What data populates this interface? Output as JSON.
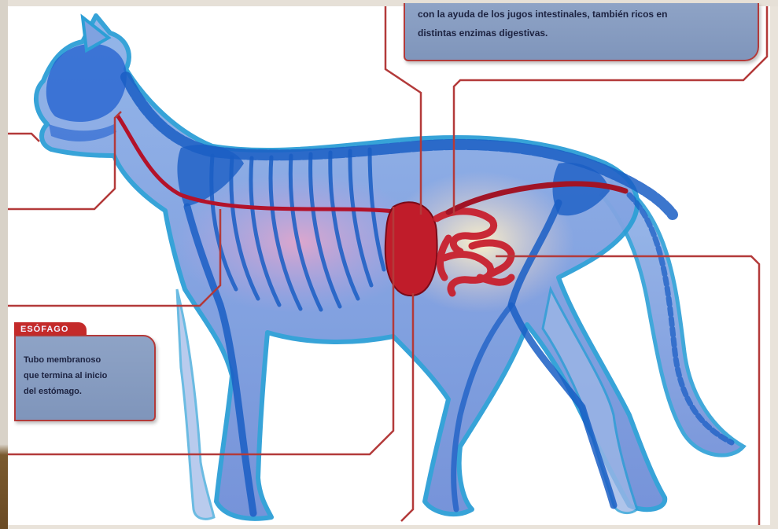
{
  "colors": {
    "callout_fill": "#8ea3c6",
    "leader_line": "#b33a3a",
    "body_outline": "#2d9fd6",
    "skeleton": "#1a5ec4",
    "digestive_tract": "#c01c2a",
    "tab_red": "#c42a2a"
  },
  "callouts": {
    "intestine_note": {
      "line1": "con la ayuda de los jugos intestinales, también ricos en",
      "line2": "distintas enzimas digestivas."
    },
    "esophagus": {
      "title": "ESÓFAGO",
      "line1": "Tubo membranoso",
      "line2": "que termina al inicio",
      "line3": "del estómago."
    }
  }
}
